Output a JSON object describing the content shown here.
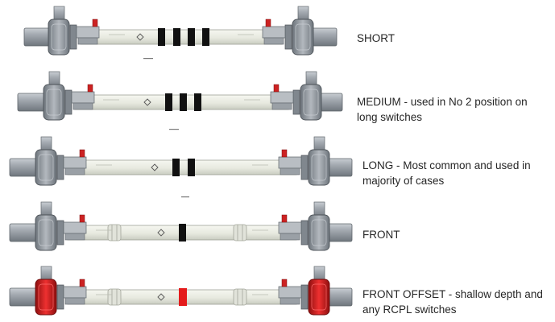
{
  "rods": [
    {
      "id": "short",
      "label": "SHORT",
      "band_color": "#111111",
      "band_count": 4
    },
    {
      "id": "medium",
      "label": "MEDIUM - used in No 2 position on long switches",
      "band_color": "#111111",
      "band_count": 3
    },
    {
      "id": "long",
      "label": "LONG - Most common and used in majority of cases",
      "band_color": "#111111",
      "band_count": 2
    },
    {
      "id": "front",
      "label": "FRONT",
      "band_color": "#111111",
      "band_count": 1
    },
    {
      "id": "front-offset",
      "label": "FRONT OFFSET - shallow depth and any RCPL switches",
      "band_color": "#e41b1b",
      "band_count": 1,
      "clamp_color": "#d81a1a"
    }
  ],
  "colors": {
    "tube": "#e9ebe2",
    "pipe": "#9aa0a7",
    "clamp": "#8b929a",
    "red_nut": "#cc2222"
  }
}
